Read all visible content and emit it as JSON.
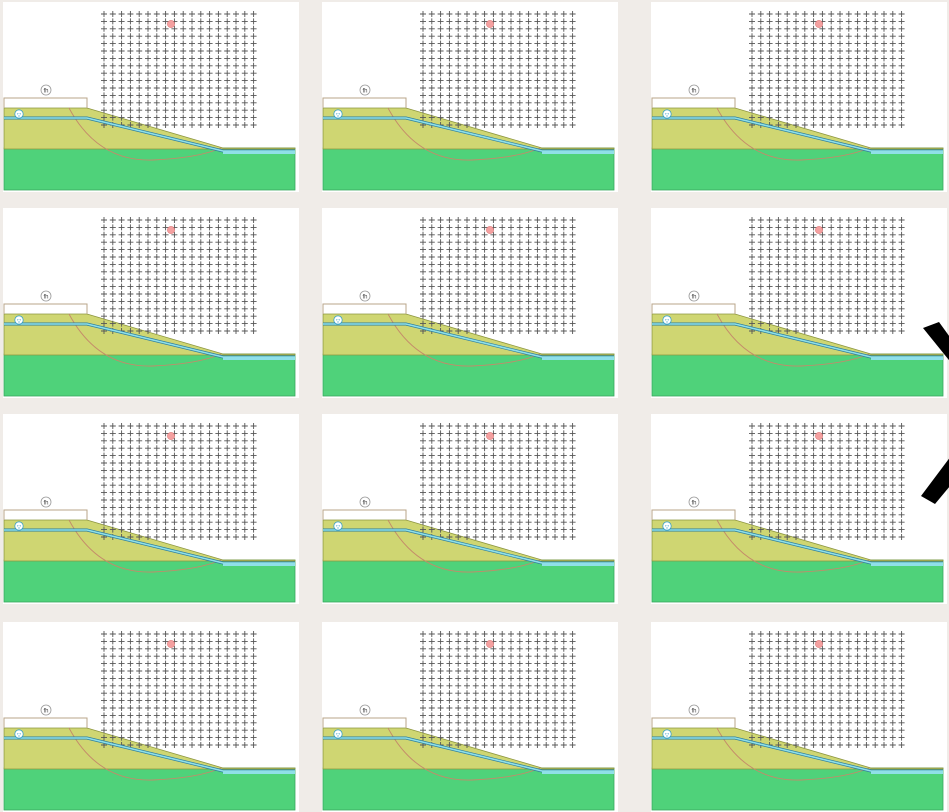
{
  "thumbnails": [
    {
      "id": "thumb-1",
      "col": 0,
      "row": 0
    },
    {
      "id": "thumb-2",
      "col": 1,
      "row": 0
    },
    {
      "id": "thumb-3",
      "col": 2,
      "row": 0
    },
    {
      "id": "thumb-4",
      "col": 0,
      "row": 1
    },
    {
      "id": "thumb-5",
      "col": 1,
      "row": 1
    },
    {
      "id": "thumb-6",
      "col": 2,
      "row": 1
    },
    {
      "id": "thumb-7",
      "col": 0,
      "row": 2
    },
    {
      "id": "thumb-8",
      "col": 1,
      "row": 2
    },
    {
      "id": "thumb-9",
      "col": 2,
      "row": 2
    },
    {
      "id": "thumb-10",
      "col": 0,
      "row": 3
    },
    {
      "id": "thumb-11",
      "col": 1,
      "row": 3
    },
    {
      "id": "thumb-12",
      "col": 2,
      "row": 3
    }
  ],
  "markers": {
    "load_symbol": "fh",
    "water_symbol": "▽"
  },
  "colors": {
    "background": "#f0ece8",
    "upper_layer": "#cfd672",
    "lower_layer": "#4fd27a",
    "water": "#8fe0e8",
    "grid_cross": "#555555",
    "center_dot": "#f4a0a0",
    "slip_arc": "#c48a6a"
  }
}
